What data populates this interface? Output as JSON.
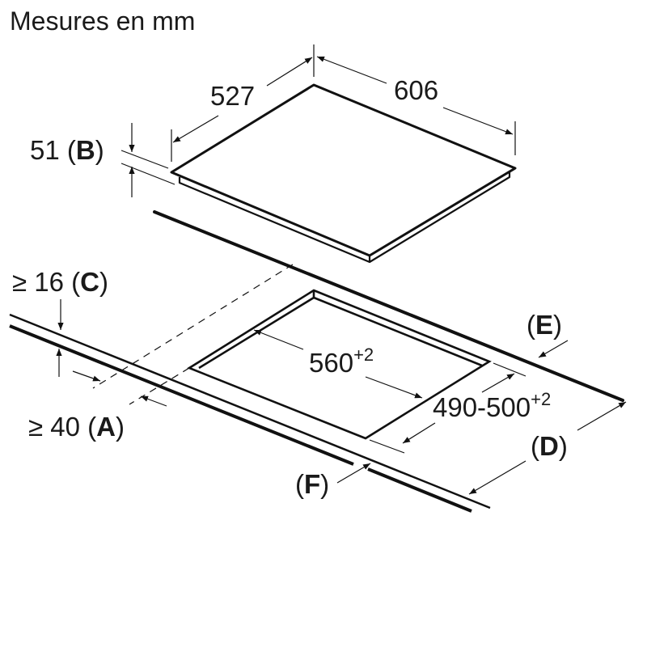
{
  "title": "Mesures en mm",
  "hob": {
    "depth": "527",
    "width": "606",
    "height_value": "51",
    "height_letter": "B"
  },
  "cutout": {
    "width_value": "560",
    "width_tolerance": "+2",
    "depth_value": "490-500",
    "depth_tolerance": "+2"
  },
  "clearances": {
    "worktop_thickness_prefix": "≥ 16",
    "worktop_thickness_letter": "C",
    "front_distance_prefix": "≥ 40",
    "front_distance_letter": "A",
    "rear_letter": "E",
    "depth_letter": "D",
    "gap_letter": "F"
  },
  "colors": {
    "line": "#111111",
    "background": "#ffffff"
  }
}
